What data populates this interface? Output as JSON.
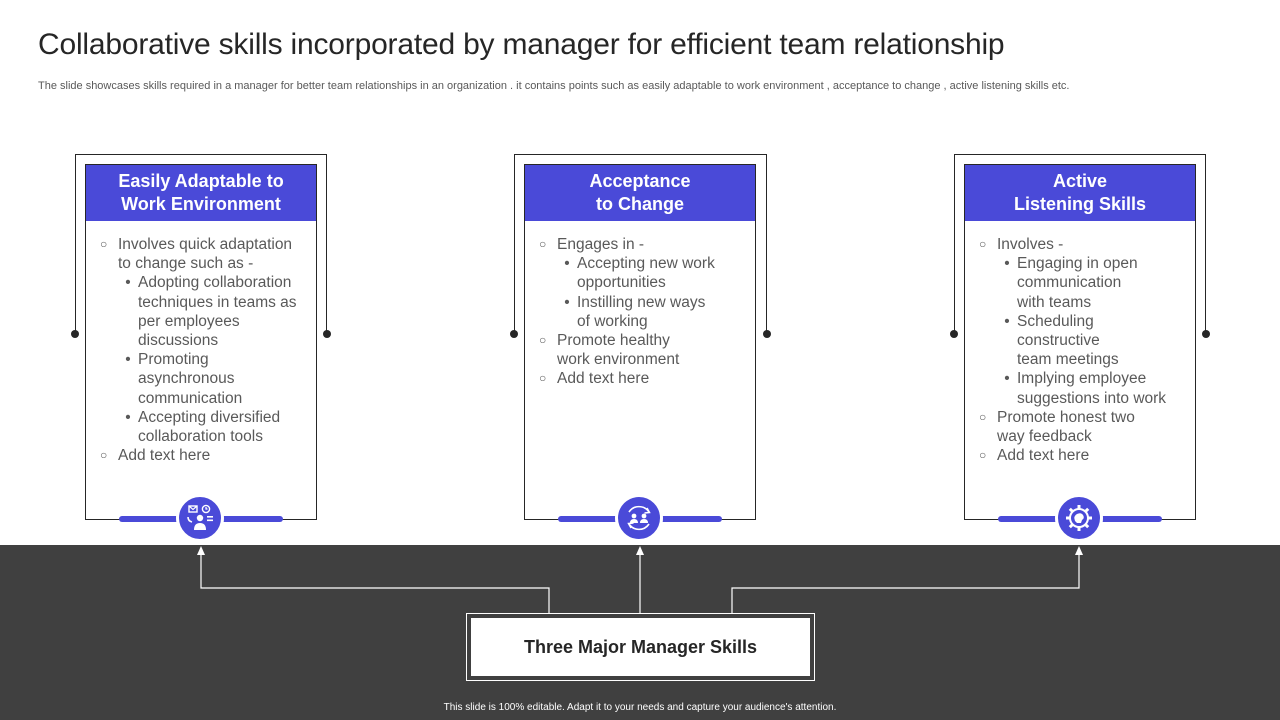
{
  "title": "Collaborative skills incorporated by manager for efficient team relationship",
  "subtitle": "The slide showcases skills required in a manager for better team relationships in an organization . it contains points such as easily adaptable to work environment , acceptance to change , active listening skills etc.",
  "colors": {
    "accent": "#4a4ad8",
    "band": "#404040",
    "text": "#595959",
    "dark": "#262626"
  },
  "cards": [
    {
      "head": [
        "Easily Adaptable to",
        "Work Environment"
      ],
      "icon": "communication-person-icon",
      "lines": [
        {
          "lvl": 1,
          "t": "Involves  quick adaptation"
        },
        {
          "lvl": 1,
          "c": true,
          "t": "to change such  as -"
        },
        {
          "lvl": 2,
          "t": "Adopting collaboration"
        },
        {
          "lvl": 2,
          "c": true,
          "t": "techniques in teams as"
        },
        {
          "lvl": 2,
          "c": true,
          "t": "per employees"
        },
        {
          "lvl": 2,
          "c": true,
          "t": "discussions"
        },
        {
          "lvl": 2,
          "t": "Promoting"
        },
        {
          "lvl": 2,
          "c": true,
          "t": "asynchronous"
        },
        {
          "lvl": 2,
          "c": true,
          "t": "communication"
        },
        {
          "lvl": 2,
          "t": "Accepting diversified"
        },
        {
          "lvl": 2,
          "c": true,
          "t": "collaboration tools"
        },
        {
          "lvl": 1,
          "t": "Add text here"
        }
      ]
    },
    {
      "head": [
        "Acceptance",
        "to Change"
      ],
      "icon": "team-change-icon",
      "lines": [
        {
          "lvl": 1,
          "t": "Engages in -"
        },
        {
          "lvl": 2,
          "t": "Accepting new work"
        },
        {
          "lvl": 2,
          "c": true,
          "t": "opportunities"
        },
        {
          "lvl": 2,
          "t": "Instilling  new ways"
        },
        {
          "lvl": 2,
          "c": true,
          "t": "of working"
        },
        {
          "lvl": 1,
          "t": "Promote healthy"
        },
        {
          "lvl": 1,
          "c": true,
          "t": "work environment"
        },
        {
          "lvl": 1,
          "t": "Add text here"
        }
      ]
    },
    {
      "head": [
        "Active",
        "Listening Skills"
      ],
      "icon": "brain-gear-icon",
      "lines": [
        {
          "lvl": 1,
          "t": "Involves  -"
        },
        {
          "lvl": 2,
          "t": "Engaging in open"
        },
        {
          "lvl": 2,
          "c": true,
          "t": "communication"
        },
        {
          "lvl": 2,
          "c": true,
          "t": "with teams"
        },
        {
          "lvl": 2,
          "t": "Scheduling"
        },
        {
          "lvl": 2,
          "c": true,
          "t": "constructive"
        },
        {
          "lvl": 2,
          "c": true,
          "t": "team meetings"
        },
        {
          "lvl": 2,
          "t": "Implying employee"
        },
        {
          "lvl": 2,
          "c": true,
          "t": "suggestions into work"
        },
        {
          "lvl": 1,
          "t": "Promote honest two"
        },
        {
          "lvl": 1,
          "c": true,
          "t": "way feedback"
        },
        {
          "lvl": 1,
          "t": "Add text here"
        }
      ]
    }
  ],
  "center_label": "Three Major Manager Skills",
  "footer": "This slide is 100% editable.  Adapt it to your needs and capture your audience's attention."
}
